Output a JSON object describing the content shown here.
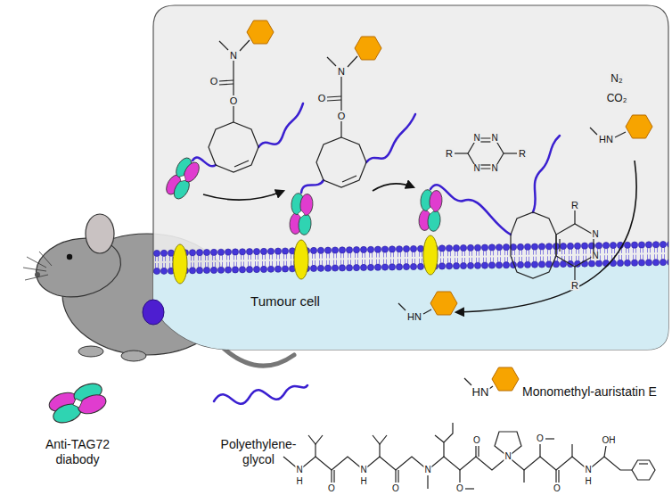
{
  "diagram": {
    "nodes": [
      {
        "text": [
          "Tumour cell"
        ]
      }
    ],
    "labels": [
      "N",
      "O",
      "O",
      "N",
      "O",
      "O",
      "R",
      "R",
      "N",
      "N",
      "N",
      "N",
      "R",
      "N",
      "N",
      "R",
      "N₂",
      "CO₂",
      "HN",
      "HN",
      "HN",
      "N",
      "H",
      "O",
      "N",
      "H",
      "O",
      "N",
      "O",
      "O",
      "N",
      "O",
      "O",
      "N",
      "H",
      "OH"
    ],
    "legend": [
      {
        "text": "Anti-TAG72 diabody"
      },
      {
        "text": "Polyethylene- glycol"
      },
      {
        "text": "Monomethyl-auristatin E"
      }
    ]
  }
}
